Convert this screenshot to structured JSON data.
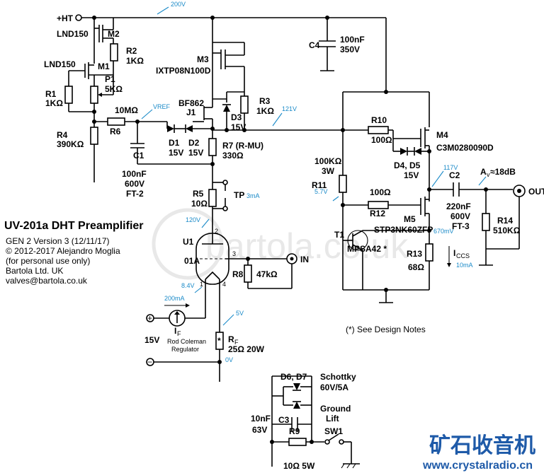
{
  "title": "UV-201a DHT Preamplifier",
  "info": [
    "GEN 2 Version 3 (12/11/17)",
    "© 2012-2017 Alejandro Moglia",
    "(for personal use only)",
    "Bartola Ltd. UK",
    "valves@bartola.co.uk"
  ],
  "watermark": "bartola.co.uk",
  "brand": {
    "cn": "矿石收音机",
    "url": "www.crystalradio.cn"
  },
  "rails": {
    "ht": "+HT",
    "ht_volt": "200V"
  },
  "components": {
    "m2": "M2",
    "m2_type": "LND150",
    "m1": "M1",
    "m1_type": "LND150",
    "r2": "R2",
    "r2_val": "1KΩ",
    "p1": "P1",
    "p1_val": "5KΩ",
    "r1": "R1",
    "r1_val": "1KΩ",
    "r4": "R4",
    "r4_val": "390KΩ",
    "r6": "R6",
    "r6_val": "10MΩ",
    "c1": "C1",
    "c1_v1": "100nF",
    "c1_v2": "600V",
    "c1_v3": "FT-2",
    "m3": "M3",
    "m3_type": "IXTP08N100D",
    "j1": "J1",
    "j1_type": "BF862",
    "d3": "D3",
    "d3_val": "15V",
    "r3": "R3",
    "r3_val": "1KΩ",
    "d1": "D1",
    "d1_val": "15V",
    "d2": "D2",
    "d2_val": "15V",
    "r7": "R7 (R-MU)",
    "r7_val": "330Ω",
    "c4": "C4",
    "c4_v1": "100nF",
    "c4_v2": "350V",
    "r10": "R10",
    "r10_val": "100Ω",
    "m4": "M4",
    "m4_type": "C3M0280090D",
    "d45": "D4, D5",
    "d45_val": "15V",
    "r11": "R11",
    "r11_v1": "100KΩ",
    "r11_v2": "3W",
    "r12": "R12",
    "r12_val": "100Ω",
    "c2": "C2",
    "c2_v1": "220nF",
    "c2_v2": "600V",
    "c2_v3": "FT-3",
    "r14": "R14",
    "r14_val": "510KΩ",
    "m5": "M5",
    "m5_type": "STP3NK60ZFP",
    "t1": "T1",
    "t1_type": "MPSA42 *",
    "r13": "R13",
    "r13_val": "68Ω",
    "r5": "R5",
    "r5_val": "10Ω",
    "tp": "TP",
    "u1": "U1",
    "u1_type": "01A",
    "pin2": "2",
    "pin3": "3",
    "pin1": "1",
    "pin4": "4",
    "r8": "R8",
    "r8_val": "47kΩ",
    "rf": "R",
    "rf_sub": "F",
    "rf_val": "25Ω 20W",
    "rf_star": "*",
    "if_lbl": "I",
    "if_sub": "F",
    "reg1": "Rod Coleman",
    "reg2": "Regulator",
    "vin": "15V",
    "d67": "D6, D7",
    "schottky1": "Schottky",
    "schottky2": "60V/5A",
    "gl1": "Ground",
    "gl2": "Lift",
    "c3": "C3",
    "c3_v1": "10nF",
    "c3_v2": "63V",
    "sw1": "SW1",
    "r9": "R9",
    "r9_val": "10Ω 5W"
  },
  "io": {
    "in": "IN",
    "out": "OUT",
    "plus": "+",
    "minus": "−",
    "gain": "A",
    "gain_sub": "v",
    "gain_val": "≈18dB",
    "ics": "I",
    "ics_sub": "CCS"
  },
  "annotations": {
    "vref": "VREF",
    "v121": "121V",
    "v117": "117V",
    "v57": "5.7V",
    "v670": "670mV",
    "i10": "10mA",
    "tp_i": "3mA",
    "v120": "120V",
    "v84": "8.4V",
    "i200": "200mA",
    "v5": "5V",
    "v0": "0V"
  },
  "note": "(*) See Design Notes"
}
